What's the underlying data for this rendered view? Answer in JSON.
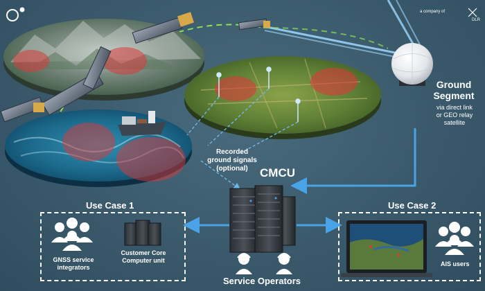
{
  "header": {
    "company_text": "a company of",
    "partner_logo_text": "DLR"
  },
  "diagram": {
    "cmcu": {
      "label": "CMCU"
    },
    "ground_segment": {
      "title_line1": "Ground",
      "title_line2": "Segment",
      "sub_line1": "via direct link",
      "sub_line2": "or GEO relay",
      "sub_line3": "satellite"
    },
    "recorded_signals": {
      "line1": "Recorded",
      "line2": "ground signals",
      "line3": "(optional)"
    },
    "use_case_1": {
      "title": "Use Case 1",
      "users_line1": "GNSS service",
      "users_line2": "integrators",
      "server_line1": "Customer Core",
      "server_line2": "Computer unit"
    },
    "use_case_2": {
      "title": "Use Case 2",
      "users_label": "AIS users"
    },
    "service_operators": {
      "label": "Service Operators"
    },
    "colors": {
      "background": "#3a5a6c",
      "arrow": "#4aa3e6",
      "zone": "#d93a3a"
    }
  }
}
